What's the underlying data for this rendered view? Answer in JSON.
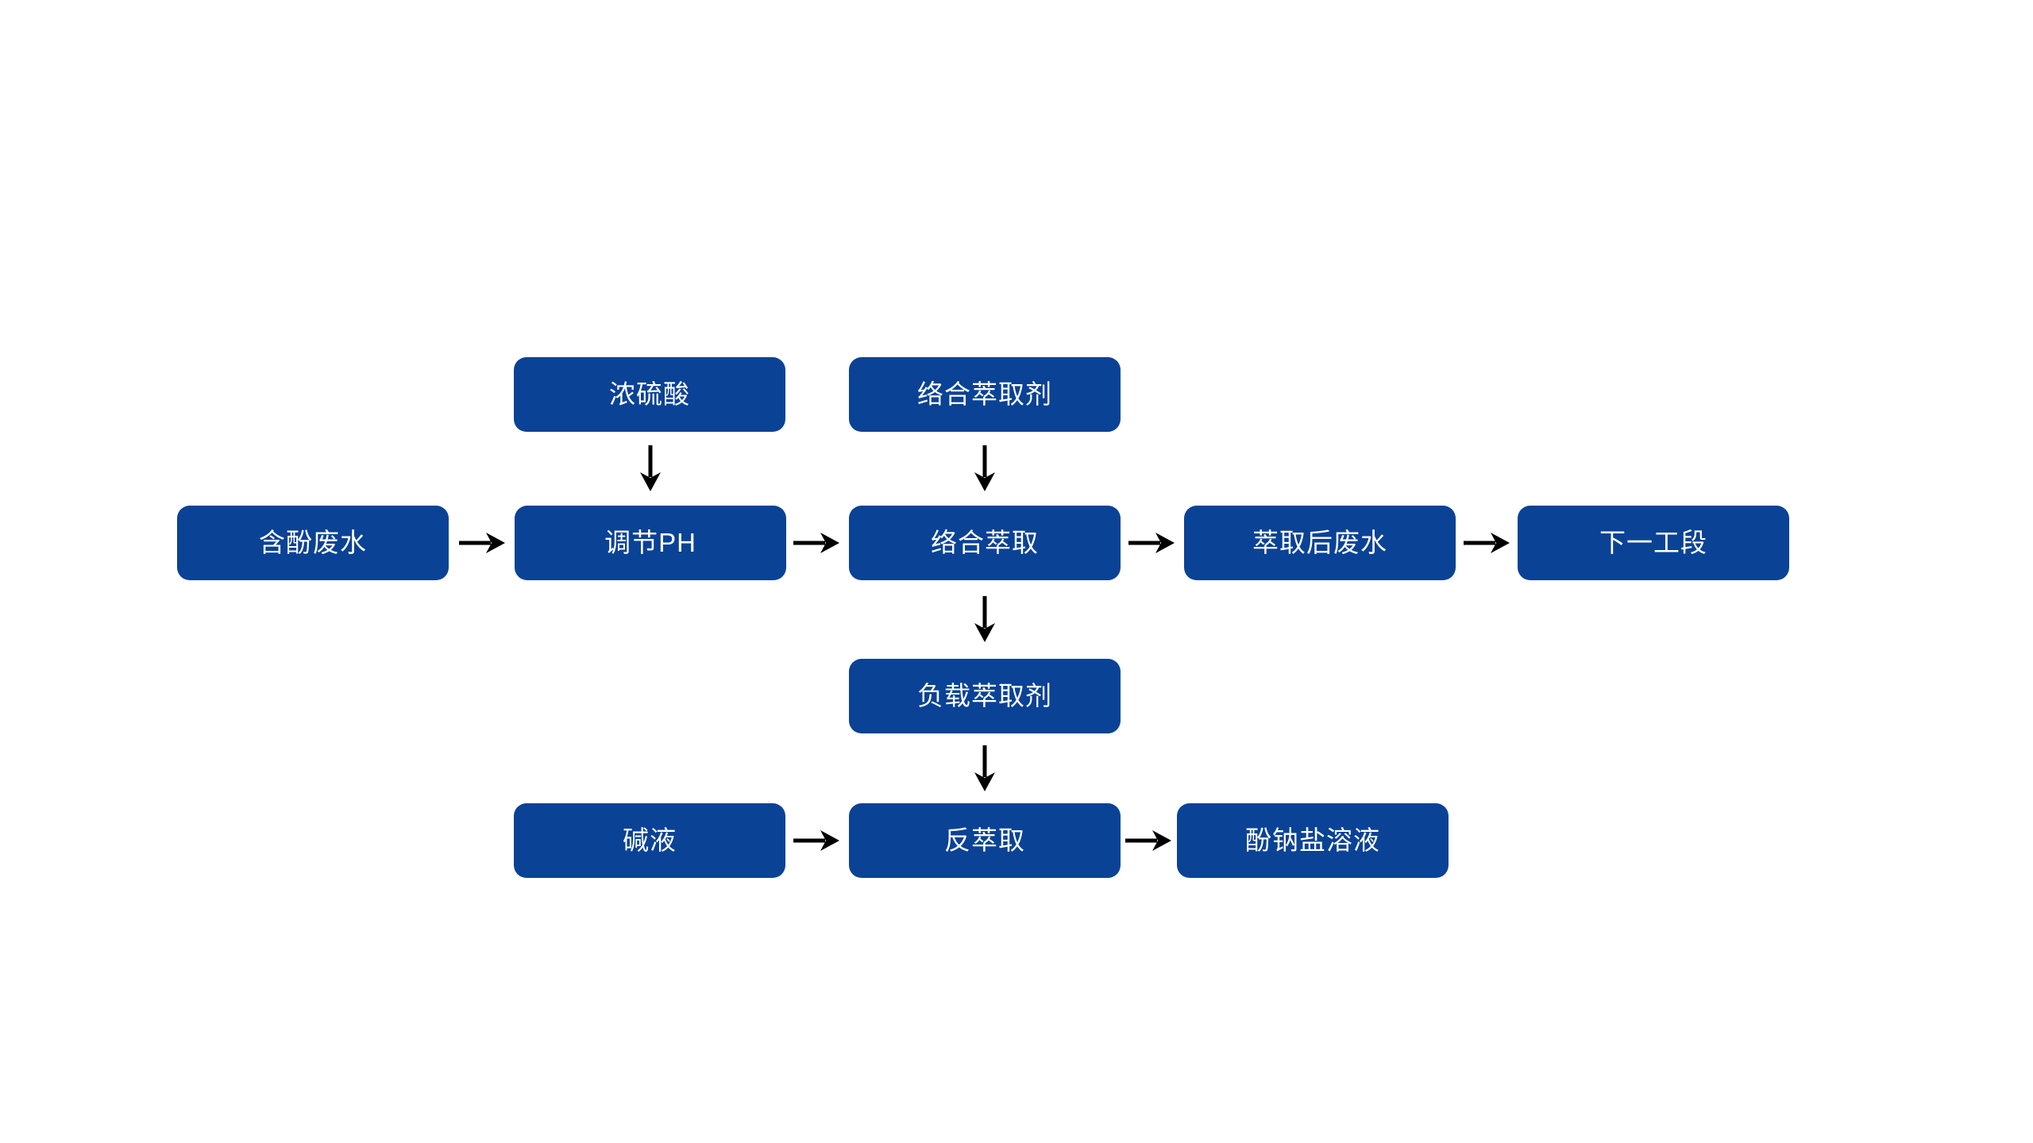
{
  "diagram": {
    "type": "flowchart",
    "colors": {
      "node_fill": "#0a4296",
      "node_text": "#ffffff",
      "arrow": "#000000",
      "background": "#ffffff"
    },
    "nodes": {
      "concentrated_sulfuric_acid": {
        "label": "浓硫酸"
      },
      "complexing_extractant": {
        "label": "络合萃取剂"
      },
      "phenolic_wastewater": {
        "label": "含酚废水"
      },
      "adjust_ph": {
        "label": "调节PH"
      },
      "complexing_extraction": {
        "label": "络合萃取"
      },
      "post_extraction_wastewater": {
        "label": "萃取后废水"
      },
      "next_stage": {
        "label": "下一工段"
      },
      "loaded_extractant": {
        "label": "负载萃取剂"
      },
      "alkali_solution": {
        "label": "碱液"
      },
      "back_extraction": {
        "label": "反萃取"
      },
      "sodium_phenolate_solution": {
        "label": "酚钠盐溶液"
      }
    },
    "edges": [
      {
        "from": "浓硫酸",
        "to": "调节PH",
        "direction": "down"
      },
      {
        "from": "络合萃取剂",
        "to": "络合萃取",
        "direction": "down"
      },
      {
        "from": "含酚废水",
        "to": "调节PH",
        "direction": "right"
      },
      {
        "from": "调节PH",
        "to": "络合萃取",
        "direction": "right"
      },
      {
        "from": "络合萃取",
        "to": "萃取后废水",
        "direction": "right"
      },
      {
        "from": "萃取后废水",
        "to": "下一工段",
        "direction": "right"
      },
      {
        "from": "络合萃取",
        "to": "负载萃取剂",
        "direction": "down"
      },
      {
        "from": "负载萃取剂",
        "to": "反萃取",
        "direction": "down"
      },
      {
        "from": "碱液",
        "to": "反萃取",
        "direction": "right"
      },
      {
        "from": "反萃取",
        "to": "酚钠盐溶液",
        "direction": "right"
      }
    ]
  }
}
